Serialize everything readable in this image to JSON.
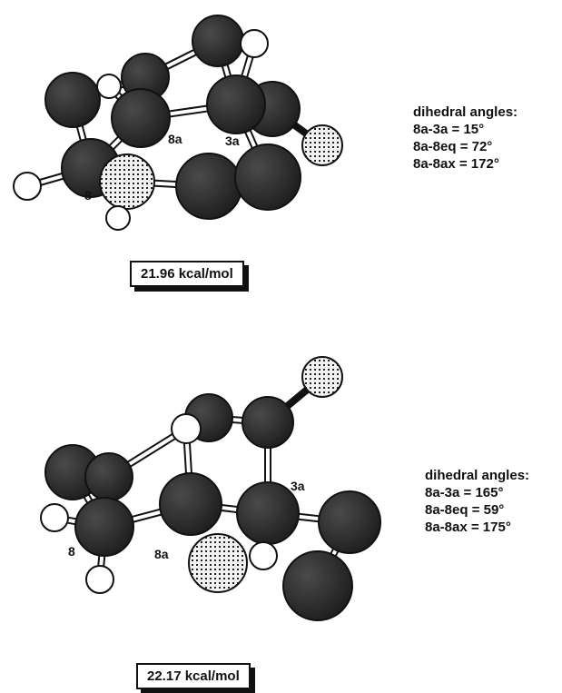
{
  "panels": [
    {
      "labels": {
        "c8": "8",
        "c8a": "8a",
        "c3a": "3a"
      },
      "dihedral_title": "dihedral angles:",
      "angles": [
        "8a-3a = 15°",
        "8a-8eq = 72°",
        "8a-8ax = 172°"
      ],
      "energy": "21.96 kcal/mol"
    },
    {
      "labels": {
        "c8": "8",
        "c8a": "8a",
        "c3a": "3a"
      },
      "dihedral_title": "dihedral angles:",
      "angles": [
        "8a-3a = 165°",
        "8a-8eq = 59°",
        "8a-8ax = 175°"
      ],
      "energy": "22.17 kcal/mol"
    }
  ],
  "colors": {
    "carbon": "#2b2b2b",
    "hydrogen": "#ffffff",
    "hetero": "#e8e8e8",
    "outline": "#111111"
  }
}
